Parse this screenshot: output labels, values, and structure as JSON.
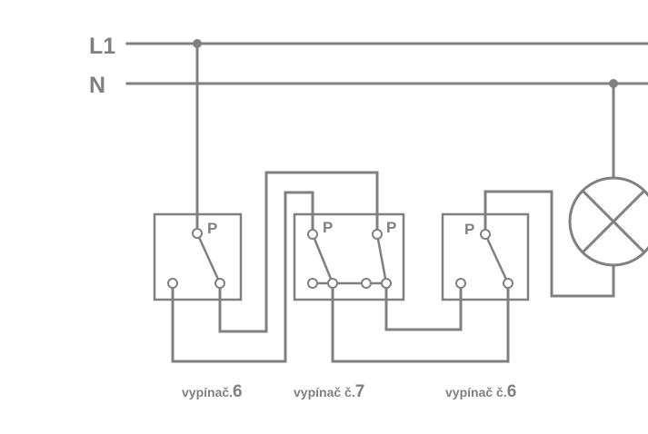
{
  "lines": {
    "phase_label": "L1",
    "neutral_label": "N"
  },
  "switches": [
    {
      "caption_text": "vypínač.",
      "caption_number": "6",
      "pole_label": "P"
    },
    {
      "caption_text": "vypínač č.",
      "caption_number": "7",
      "pole_label_left": "P",
      "pole_label_right": "P"
    },
    {
      "caption_text": "vypínač č.",
      "caption_number": "6",
      "pole_label": "P"
    }
  ],
  "colors": {
    "line": "#808080",
    "background": "#ffffff"
  }
}
